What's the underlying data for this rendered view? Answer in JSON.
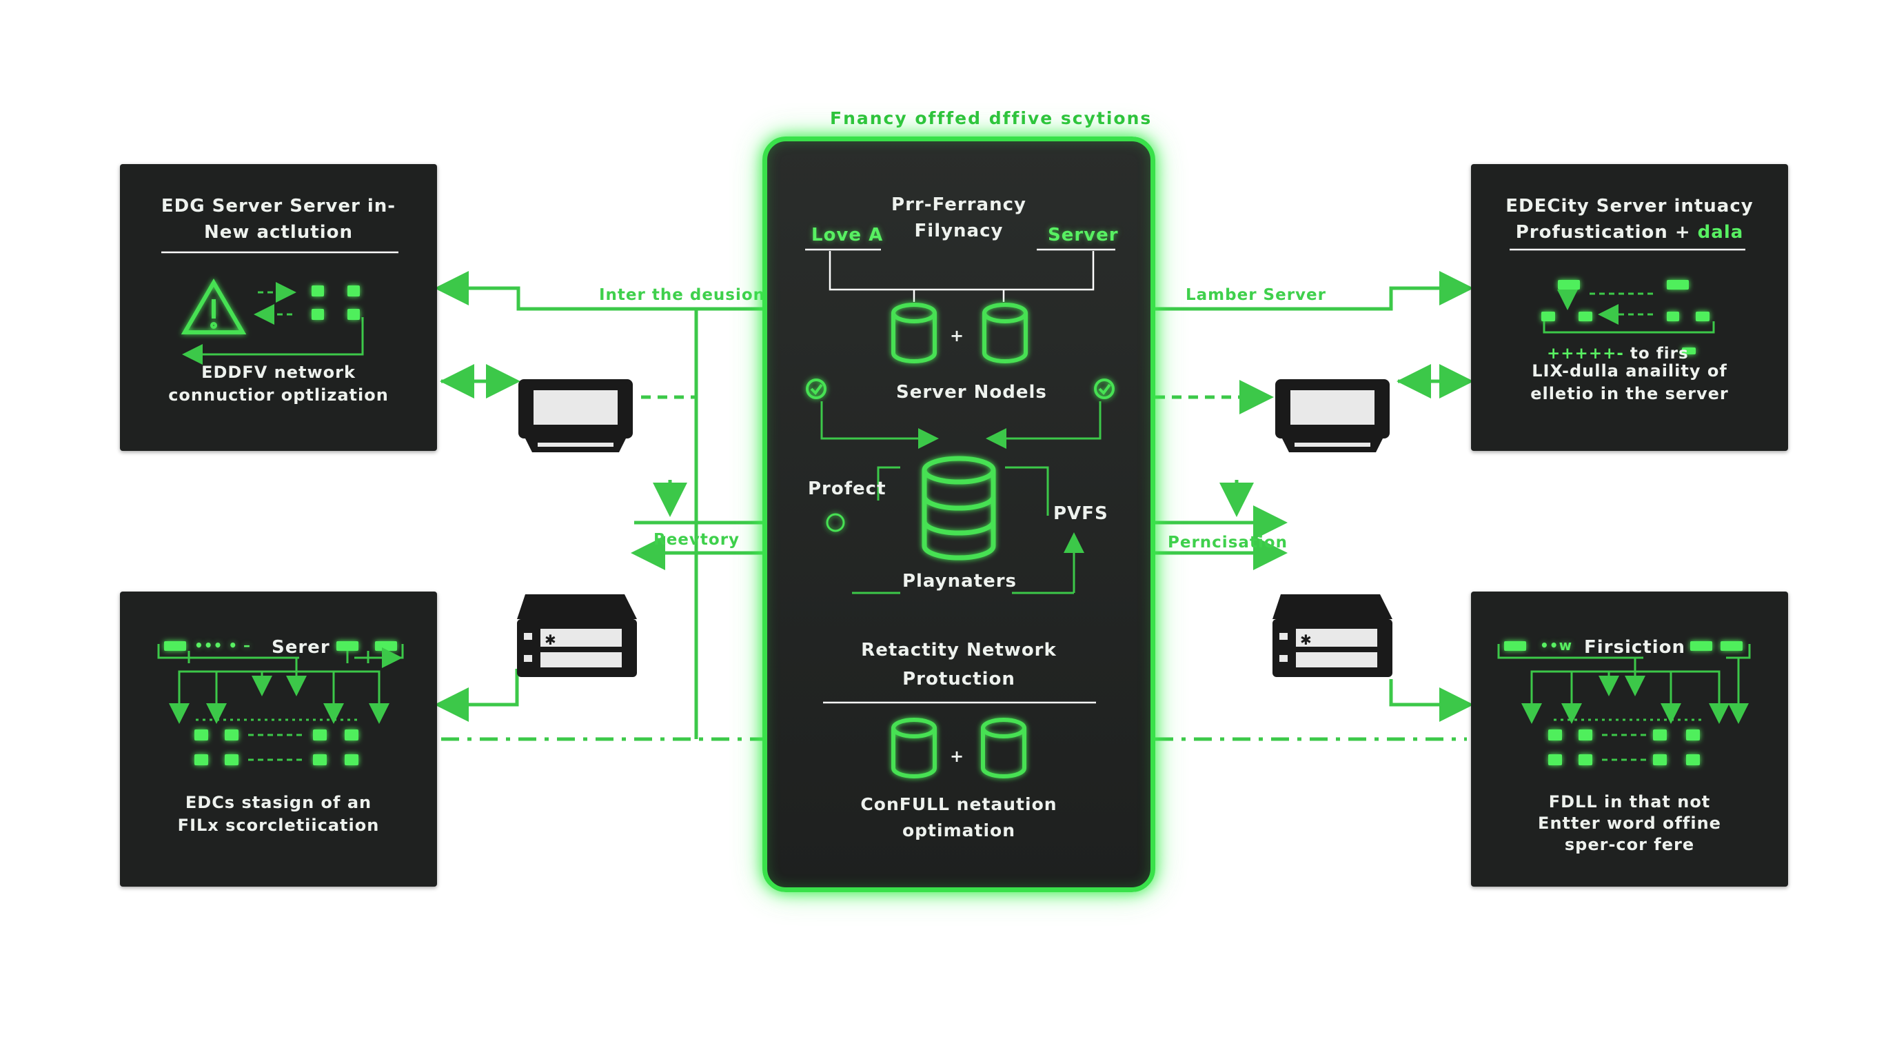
{
  "header": {
    "title": "Fnancy offfed dffive scytions"
  },
  "central": {
    "top_title": "Prr-Ferrancy\nFilynacy",
    "left_tag": "Love A",
    "right_tag": "Server",
    "db_row_1_label": "Server Nodels",
    "plus": "+",
    "left_side_label": "Profect",
    "right_side_label": "PVFS",
    "center_db_label": "Playnaters",
    "section_title": "Retactity Network\nProtuction",
    "bottom_label": "ConFULL netaution\noptimation"
  },
  "connector_labels": {
    "left_upper": "Inter the deusion",
    "left_lower": "Reevtory",
    "right_upper": "Lamber Server",
    "right_lower": "Perncisation"
  },
  "panels": {
    "top_left": {
      "title": "EDG Server Server in-\nNew actlution",
      "caption": "EDDFV  network\nconnuctior optlization",
      "icon": "warning-triangle-icon"
    },
    "bottom_left": {
      "header": "••• •  – Serer",
      "caption": "EDCs stasign of an\nFILx scorcletiication"
    },
    "top_right": {
      "title": "EDECity Server intuacy\nProfustication + ",
      "title_accent": "dala",
      "inline": "+++++- to firs",
      "caption": "LIX-dulla anaility of\nelletio in the server"
    },
    "bottom_right": {
      "header": "••w Firsiction",
      "caption": "FDLL in that not\nEntter word offine\nsper-cor fere"
    }
  },
  "colors": {
    "accent": "#39e14a",
    "panel": "#1f2120",
    "text": "#eef2ee"
  }
}
